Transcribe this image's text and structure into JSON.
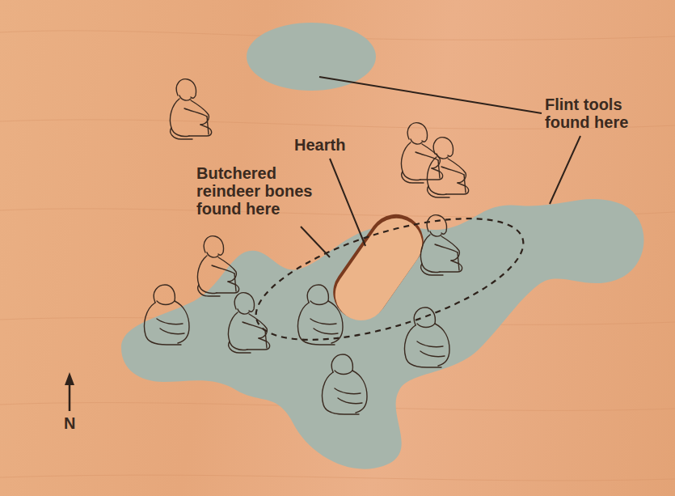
{
  "diagram": {
    "labels": [
      "Flint tools found here",
      "Hearth",
      "Butchered reindeer bones found here",
      "N"
    ]
  }
}
